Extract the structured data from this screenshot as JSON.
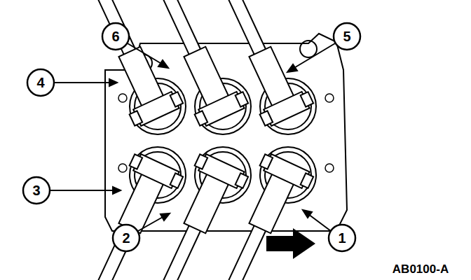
{
  "diagram": {
    "labels": [
      "6",
      "5",
      "4",
      "3",
      "2",
      "1",
      "AB0100-A"
    ]
  }
}
